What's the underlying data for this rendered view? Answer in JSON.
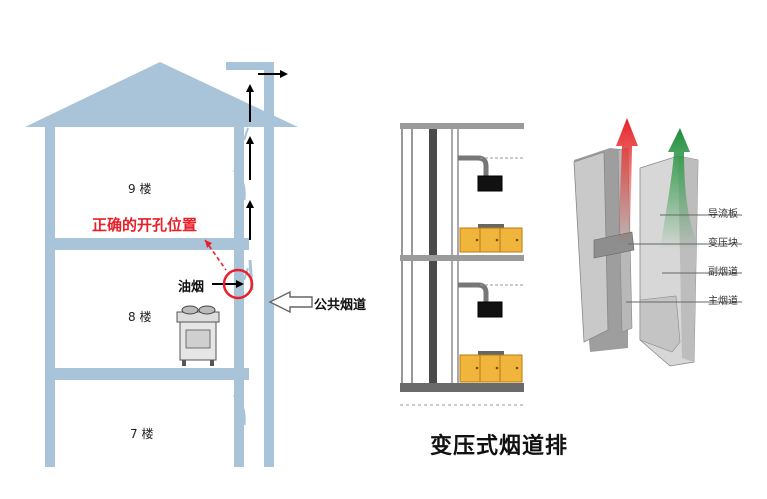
{
  "left_diagram": {
    "floors": [
      "9 楼",
      "8 楼",
      "7 楼"
    ],
    "correct_position": "正确的开孔位置",
    "smoke_label": "油烟",
    "shaft_label": "公共烟道"
  },
  "right_diagram": {
    "legend": [
      "导流板",
      "变压块",
      "副烟道",
      "主烟道"
    ],
    "title": "变压式烟道排"
  },
  "colors": {
    "wall": "#a9c3d8",
    "accent_red": "#e8202a",
    "cabinet": "#f1b43c",
    "flow_red": "#e23b36",
    "flow_green": "#2e9a46"
  }
}
